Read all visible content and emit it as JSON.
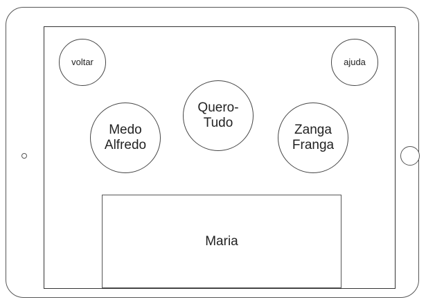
{
  "nav": {
    "back_label": "voltar",
    "help_label": "ajuda"
  },
  "characters": [
    {
      "label": "Medo\nAlfredo"
    },
    {
      "label": "Quero-\nTudo"
    },
    {
      "label": "Zanga\nFranga"
    }
  ],
  "main_panel": {
    "label": "Maria"
  }
}
